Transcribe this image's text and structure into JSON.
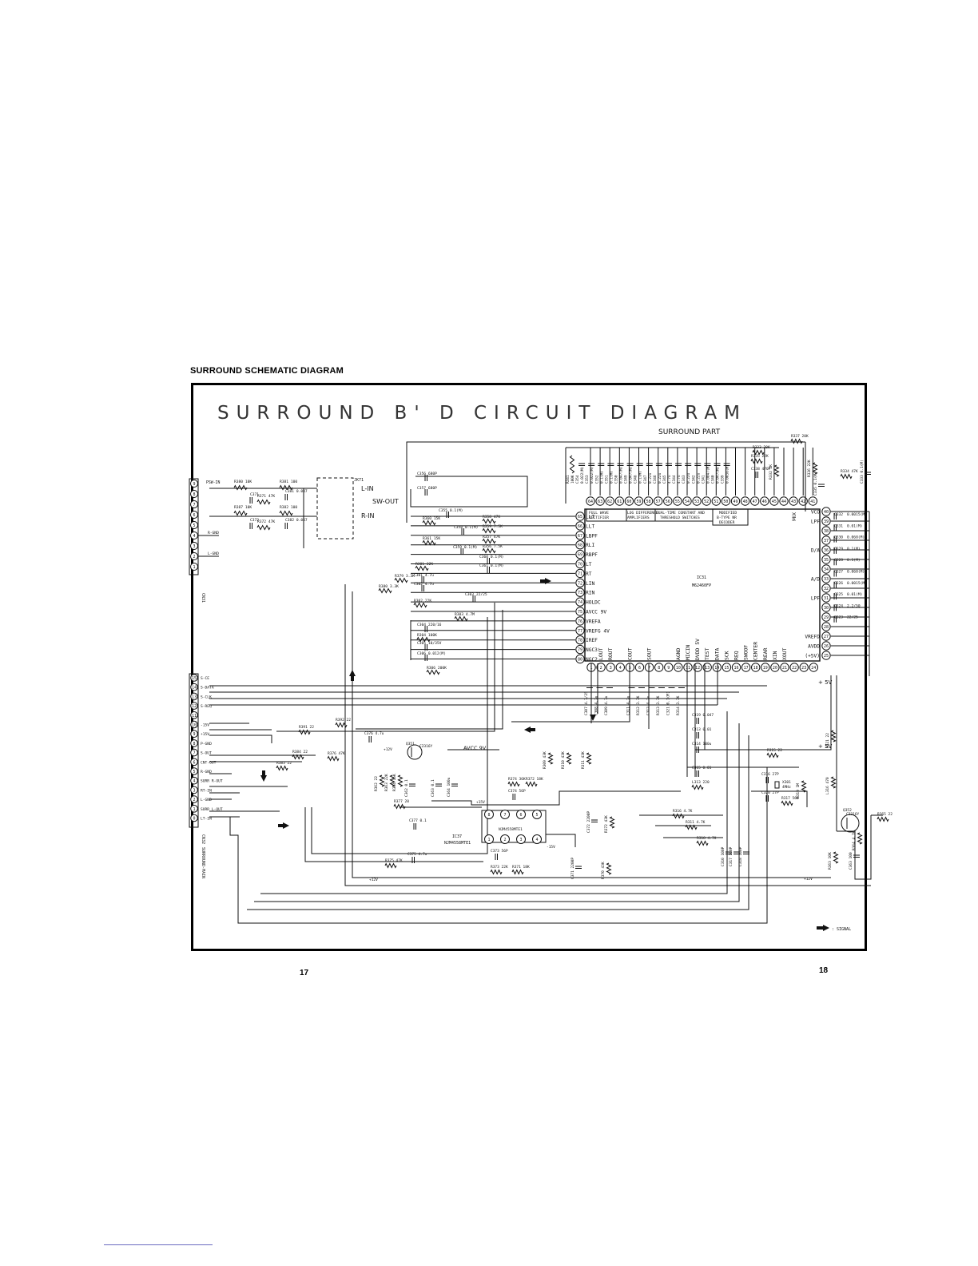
{
  "page": {
    "heading": "SURROUND SCHEMATIC DIAGRAM",
    "page_left": "17",
    "page_right": "18"
  },
  "diagram": {
    "title": "SURROUND B' D CIRCUIT DIAGRAM",
    "section": "SURROUND PART",
    "legend": ": SIGNAL",
    "main_ic": {
      "ref": "IC31",
      "part": "M62460FP"
    },
    "opamp_ic": {
      "ref": "IC37",
      "part": "NJM4558MTE1",
      "part_inline": "NJM4558MTE1"
    },
    "transistors": [
      {
        "ref": "Q351",
        "part": "C2316Y"
      },
      {
        "ref": "Q352",
        "part": "C2316Y"
      }
    ],
    "crystal": {
      "ref": "X301",
      "freq": "4MHz"
    },
    "connectors": {
      "cn31_label": "CN31",
      "cn32_label": "CN32",
      "surround_main": "SURROUND-MAIN",
      "jack": "JK71"
    },
    "top_pins": [
      {
        "pin": "64"
      },
      {
        "pin": "63"
      },
      {
        "pin": "62"
      },
      {
        "pin": "61"
      },
      {
        "pin": "60"
      },
      {
        "pin": "59"
      },
      {
        "pin": "58"
      },
      {
        "pin": "57"
      },
      {
        "pin": "56"
      },
      {
        "pin": "55"
      },
      {
        "pin": "54"
      },
      {
        "pin": "53"
      },
      {
        "pin": "52"
      },
      {
        "pin": "51"
      },
      {
        "pin": "50"
      },
      {
        "pin": "49"
      },
      {
        "pin": "48"
      },
      {
        "pin": "47"
      },
      {
        "pin": "46"
      },
      {
        "pin": "45"
      },
      {
        "pin": "44"
      },
      {
        "pin": "43"
      },
      {
        "pin": "42"
      },
      {
        "pin": "41"
      }
    ],
    "blocks": [
      {
        "line1": "FULL WAVE",
        "line2": "RECTIFIER"
      },
      {
        "line1": "LOG DIFFERENCE",
        "line2": "AMPLIFIERS"
      },
      {
        "line1": "DUAL-TIME CONSTANT AND",
        "line2": "THRESHOLD SWITCHES"
      },
      {
        "line1": "MODIFIED",
        "line2": "B-TYPE NR",
        "line3": "DECODER"
      }
    ],
    "left_pins": [
      {
        "pin": "65",
        "name": "LLT"
      },
      {
        "pin": "66",
        "name": "LLT"
      },
      {
        "pin": "67",
        "name": "LBPF"
      },
      {
        "pin": "68",
        "name": "RLI"
      },
      {
        "pin": "69",
        "name": "RBPF"
      },
      {
        "pin": "70",
        "name": "LT"
      },
      {
        "pin": "71",
        "name": "RT"
      },
      {
        "pin": "72",
        "name": "LIN"
      },
      {
        "pin": "73",
        "name": "RIN"
      },
      {
        "pin": "74",
        "name": "HOLDC"
      },
      {
        "pin": "75",
        "name": "AVCC 9V"
      },
      {
        "pin": "76",
        "name": "VREFA"
      },
      {
        "pin": "77",
        "name": "VREFG 4V"
      },
      {
        "pin": "78",
        "name": "IREF"
      },
      {
        "pin": "79",
        "name": "NGC3"
      },
      {
        "pin": "80",
        "name": "NGC2"
      }
    ],
    "right_pins": [
      {
        "pin": "40",
        "name": "VCO"
      },
      {
        "pin": "39",
        "name": "LPF"
      },
      {
        "pin": "38",
        "name": ""
      },
      {
        "pin": "37",
        "name": ""
      },
      {
        "pin": "36",
        "name": "D/A"
      },
      {
        "pin": "35",
        "name": ""
      },
      {
        "pin": "34",
        "name": ""
      },
      {
        "pin": "33",
        "name": "A/D"
      },
      {
        "pin": "32",
        "name": ""
      },
      {
        "pin": "31",
        "name": "LPF"
      },
      {
        "pin": "30",
        "name": ""
      },
      {
        "pin": "29",
        "name": ""
      },
      {
        "pin": "28",
        "name": ""
      },
      {
        "pin": "27",
        "name": "VREFD"
      },
      {
        "pin": "26",
        "name": "AVDD"
      },
      {
        "pin": "25",
        "name": "(+5V)"
      }
    ],
    "bottom_pins": [
      {
        "pin": "1",
        "name": ""
      },
      {
        "pin": "2",
        "name": "LOUT"
      },
      {
        "pin": "3",
        "name": "ROUT"
      },
      {
        "pin": "4",
        "name": ""
      },
      {
        "pin": "5",
        "name": "COUT"
      },
      {
        "pin": "6",
        "name": ""
      },
      {
        "pin": "7",
        "name": "SOUT"
      },
      {
        "pin": "8",
        "name": ""
      },
      {
        "pin": "9",
        "name": ""
      },
      {
        "pin": "10",
        "name": "AGND"
      },
      {
        "pin": "11",
        "name": "MICIN"
      },
      {
        "pin": "12",
        "name": "DVDD 5V"
      },
      {
        "pin": "13",
        "name": "TEST"
      },
      {
        "pin": "14",
        "name": "DATA"
      },
      {
        "pin": "15",
        "name": "SCK"
      },
      {
        "pin": "16",
        "name": "REQ"
      },
      {
        "pin": "17",
        "name": "SWOOF"
      },
      {
        "pin": "18",
        "name": "CENTER"
      },
      {
        "pin": "19",
        "name": "REAR"
      },
      {
        "pin": "20",
        "name": "XIN"
      },
      {
        "pin": "21",
        "name": "XOUT"
      },
      {
        "pin": "22",
        "name": ""
      },
      {
        "pin": "23",
        "name": ""
      },
      {
        "pin": "24",
        "name": ""
      }
    ],
    "top_caps": [
      {
        "ref": "R341",
        "val": "100K"
      },
      {
        "ref": "C354",
        "val": "0.022(M)"
      },
      {
        "ref": "C353",
        "val": "0.022(M)"
      },
      {
        "ref": "C352",
        "val": "0.1(M)"
      },
      {
        "ref": "C351",
        "val": "0.1(M)"
      },
      {
        "ref": "C350",
        "val": "0.047(M)"
      },
      {
        "ref": "C349",
        "val": "0.047(M)"
      },
      {
        "ref": "C348",
        "val": "0.1(M)"
      },
      {
        "ref": "C347",
        "val": "0.22u"
      },
      {
        "ref": "C346",
        "val": "0.22u"
      },
      {
        "ref": "C345",
        "val": "4.7u"
      },
      {
        "ref": "C344",
        "val": "4.7u"
      },
      {
        "ref": "C343",
        "val": "0.22u"
      },
      {
        "ref": "C342",
        "val": "0.22u"
      },
      {
        "ref": "C341",
        "val": "0.0047(M)"
      },
      {
        "ref": "C340",
        "val": "0.047(M)"
      },
      {
        "ref": "C339",
        "val": "0.0056(M)"
      }
    ],
    "top_right_parts": [
      {
        "ref": "R337",
        "val": "20K"
      },
      {
        "ref": "R333",
        "val": "20K"
      },
      {
        "ref": "R335",
        "val": "22K"
      },
      {
        "ref": "C338",
        "val": "470P"
      },
      {
        "ref": "R332",
        "val": "2K"
      },
      {
        "ref": "R336",
        "val": "22K"
      },
      {
        "ref": "C335",
        "val": "0.1(M)"
      },
      {
        "ref": "R334",
        "val": "47K"
      },
      {
        "ref": "C333",
        "val": "0.1(M)"
      }
    ],
    "right_caps": [
      {
        "ref": "C332",
        "val": "0.0015(M)"
      },
      {
        "ref": "C331",
        "val": "0.01(M)"
      },
      {
        "ref": "C330",
        "val": "0.068(M)"
      },
      {
        "ref": "C329",
        "val": "0.1(M)"
      },
      {
        "ref": "C328",
        "val": "0.1(M)"
      },
      {
        "ref": "C327",
        "val": "0.068(M)"
      },
      {
        "ref": "C326",
        "val": "0.0015(M)"
      },
      {
        "ref": "C325",
        "val": "0.01(M)"
      },
      {
        "ref": "C324",
        "val": "2.2/50"
      },
      {
        "ref": "C323",
        "val": "22/25"
      }
    ],
    "left_network": [
      {
        "ref": "C356",
        "val": "680P"
      },
      {
        "ref": "C357",
        "val": "680P"
      },
      {
        "ref": "C355",
        "val": "0.1(M)"
      },
      {
        "ref": "R360",
        "val": "15K"
      },
      {
        "ref": "R358",
        "val": "47K"
      },
      {
        "ref": "R359",
        "val": "7.5K"
      },
      {
        "ref": "C358",
        "val": "0.1(M)"
      },
      {
        "ref": "R361",
        "val": "15K"
      },
      {
        "ref": "R357",
        "val": "47K"
      },
      {
        "ref": "C359",
        "val": "0.1(M)"
      },
      {
        "ref": "R356",
        "val": "7.5K"
      },
      {
        "ref": "C360",
        "val": "0.1(M)"
      },
      {
        "ref": "C361",
        "val": "0.1(M)"
      },
      {
        "ref": "R301",
        "val": "22K"
      },
      {
        "ref": "C301",
        "val": "4.7u"
      },
      {
        "ref": "C302",
        "val": "4.7u"
      },
      {
        "ref": "R302",
        "val": "22K"
      },
      {
        "ref": "C303",
        "val": "22/25"
      },
      {
        "ref": "R303",
        "val": "4.7M"
      },
      {
        "ref": "C304",
        "val": "220/16"
      },
      {
        "ref": "R304",
        "val": "100K"
      },
      {
        "ref": "C305",
        "val": "10/35V"
      },
      {
        "ref": "C306",
        "val": "0.012(M)"
      },
      {
        "ref": "R306",
        "val": "200K"
      },
      {
        "ref": "R379",
        "val": "3.3K"
      },
      {
        "ref": "R380",
        "val": "3.3K"
      }
    ],
    "input_network": [
      {
        "label": "PSW-IN"
      },
      {
        "ref": "R380",
        "val": "10K"
      },
      {
        "ref": "R381",
        "val": "100"
      },
      {
        "ref": "C371",
        "val": ""
      },
      {
        "ref": "R371",
        "val": "47K"
      },
      {
        "ref": "C381",
        "val": "0.047"
      },
      {
        "ref": "R387",
        "val": "10K"
      },
      {
        "ref": "R382",
        "val": "100"
      },
      {
        "ref": "C372",
        "val": ""
      },
      {
        "ref": "R372",
        "val": "47K"
      },
      {
        "ref": "C382",
        "val": "0.047"
      },
      {
        "label": "L-IN"
      },
      {
        "label": "SW-OUT"
      },
      {
        "label": "R-IN"
      }
    ],
    "cn31_pins": [
      {
        "pin": "9",
        "name": ""
      },
      {
        "pin": "8",
        "name": ""
      },
      {
        "pin": "7",
        "name": ""
      },
      {
        "pin": "6",
        "name": ""
      },
      {
        "pin": "5",
        "name": ""
      },
      {
        "pin": "4",
        "name": "R-GND"
      },
      {
        "pin": "3",
        "name": ""
      },
      {
        "pin": "2",
        "name": "L-GND"
      },
      {
        "pin": "1",
        "name": ""
      }
    ],
    "cn32_pins": [
      {
        "pin": "15",
        "name": "S-CE"
      },
      {
        "pin": "14",
        "name": "S-DATA"
      },
      {
        "pin": "13",
        "name": "S-CLK"
      },
      {
        "pin": "12",
        "name": "S-REQ"
      },
      {
        "pin": "11",
        "name": ""
      },
      {
        "pin": "10",
        "name": "-15V"
      },
      {
        "pin": "9",
        "name": "+15V"
      },
      {
        "pin": "8",
        "name": "P-GND"
      },
      {
        "pin": "7",
        "name": "S-OUT"
      },
      {
        "pin": "6",
        "name": "CNT-OUT"
      },
      {
        "pin": "5",
        "name": "R-GND"
      },
      {
        "pin": "4",
        "name": "SURR R-OUT"
      },
      {
        "pin": "3",
        "name": "RT-IN"
      },
      {
        "pin": "2",
        "name": "L-GND"
      },
      {
        "pin": "1",
        "name": "SURR L-OUT"
      },
      {
        "pin": "0",
        "name": "LT-IN"
      }
    ],
    "lower_parts": [
      {
        "ref": "R391",
        "val": "22"
      },
      {
        "ref": "R392",
        "val": "22"
      },
      {
        "ref": "C376",
        "val": "4.7u"
      },
      {
        "ref": "R384",
        "val": "22"
      },
      {
        "ref": "R383",
        "val": "22"
      },
      {
        "ref": "R376",
        "val": "47K"
      },
      {
        "ref": "R362",
        "val": "22"
      },
      {
        "ref": "R363",
        "val": "22K"
      },
      {
        "ref": "R364",
        "val": "15K"
      },
      {
        "ref": "C362",
        "val": "0.1"
      },
      {
        "ref": "C363",
        "val": "0.1"
      },
      {
        "ref": "C364",
        "val": "100u"
      },
      {
        "ref": "R374",
        "val": "36K"
      },
      {
        "ref": "R372",
        "val": "18K"
      },
      {
        "ref": "C374",
        "val": "56P"
      },
      {
        "ref": "R377",
        "val": "20"
      },
      {
        "ref": "C377",
        "val": "0.1"
      },
      {
        "ref": "R375",
        "val": "47K"
      },
      {
        "ref": "C375",
        "val": "4.7u"
      },
      {
        "ref": "C373",
        "val": "56P"
      },
      {
        "ref": "R373",
        "val": "22K"
      },
      {
        "ref": "R371",
        "val": "18K"
      },
      {
        "ref": "R309",
        "val": "43K"
      },
      {
        "ref": "R310",
        "val": "43K"
      },
      {
        "ref": "R311",
        "val": "43K"
      },
      {
        "ref": "C372",
        "val": "2200P"
      },
      {
        "ref": "R372",
        "val": "43K"
      },
      {
        "ref": "C371",
        "val": "2200P"
      },
      {
        "ref": "R370",
        "val": "43K"
      }
    ],
    "lower_right_parts": [
      {
        "ref": "C319",
        "val": "0.047"
      },
      {
        "ref": "C313",
        "val": "0.01"
      },
      {
        "ref": "C314",
        "val": "100u"
      },
      {
        "ref": "R315",
        "val": "22"
      },
      {
        "ref": "C315",
        "val": "0.01"
      },
      {
        "ref": "L313",
        "val": "220"
      },
      {
        "ref": "C316",
        "val": "27P"
      },
      {
        "ref": "C320",
        "val": "27P"
      },
      {
        "ref": "R317",
        "val": "560"
      },
      {
        "ref": "R319",
        "val": "1M"
      },
      {
        "ref": "R316",
        "val": "4.7K"
      },
      {
        "ref": "R311",
        "val": "4.7K"
      },
      {
        "ref": "R318",
        "val": "4.7K"
      },
      {
        "ref": "C310",
        "val": "100P"
      },
      {
        "ref": "C317",
        "val": "100P"
      },
      {
        "ref": "C318",
        "val": "100P"
      },
      {
        "ref": "R321",
        "val": "22"
      },
      {
        "ref": "L316",
        "val": "470"
      },
      {
        "ref": "R365",
        "val": "22"
      },
      {
        "ref": "R364",
        "val": "4.7K"
      },
      {
        "ref": "R363",
        "val": "10K"
      },
      {
        "ref": "C363",
        "val": "100"
      }
    ],
    "bottom_caps": [
      {
        "ref": "C307",
        "val": "4.7/25"
      },
      {
        "ref": "C308",
        "val": "4.7u"
      },
      {
        "ref": "C309",
        "val": "4.7u"
      },
      {
        "ref": "C311",
        "val": "4.7u"
      },
      {
        "ref": "R312",
        "val": "3.3K"
      },
      {
        "ref": "C312",
        "val": "4.7u"
      },
      {
        "ref": "R313",
        "val": "3.3K"
      },
      {
        "ref": "C321",
        "val": "0.1(M)"
      },
      {
        "ref": "R314",
        "val": "3.3K"
      }
    ],
    "rails": {
      "plus5v": "+ 5V",
      "avcc": "AVCC 9V",
      "plus12v": "+12V",
      "plus15v": "+15V",
      "minus15v": "-15V",
      "plus12v_b": "+12V",
      "plus12v_c": "+12V",
      "mix": "MIX"
    }
  }
}
